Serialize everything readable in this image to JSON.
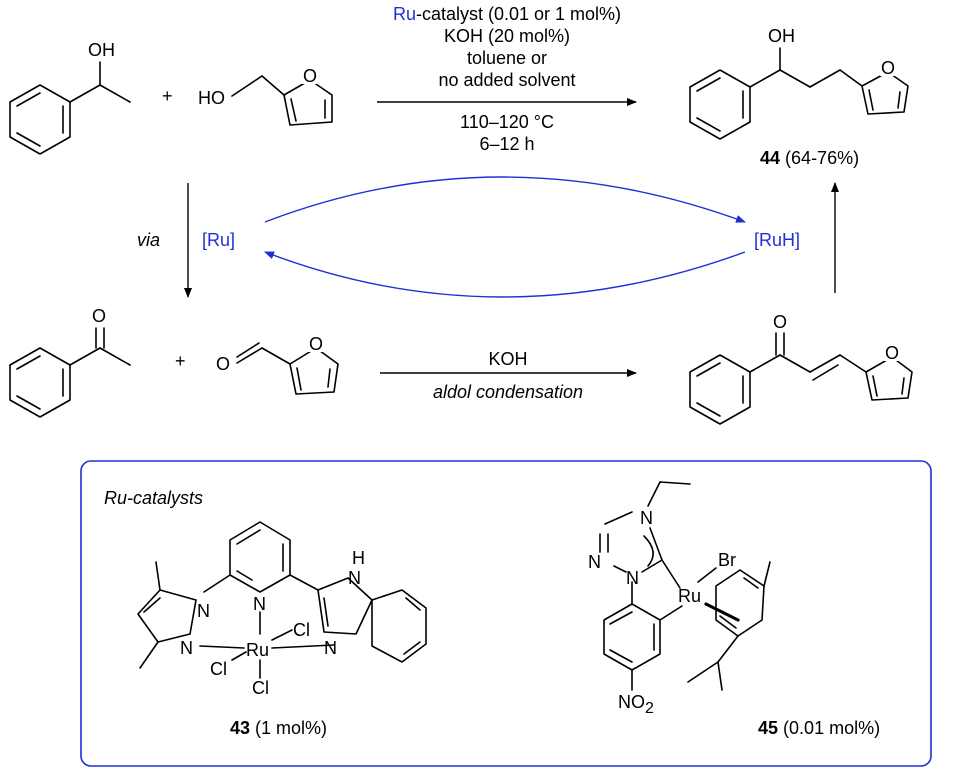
{
  "conditions": {
    "ru_prefix": "Ru",
    "line1_rest": "-catalyst (0.01 or 1 mol%)",
    "line2": "KOH (20 mol%)",
    "line3": "toluene or",
    "line4": "no added solvent",
    "line5": "110–120 °C",
    "line6": "6–12 h"
  },
  "labels": {
    "oh_top_left": "OH",
    "ho_furfuryl": "HO",
    "o_furan": "O",
    "plus": "+",
    "oh_product": "OH",
    "product_number": "44",
    "product_yield": "(64-76%)",
    "via": "via",
    "ru": "[Ru]",
    "ruh": "[RuH]",
    "o_ketone": "O",
    "o_aldehyde": "O",
    "o_enone": "O"
  },
  "aldol": {
    "reagent": "KOH",
    "name": "aldol condensation"
  },
  "catalyst_box": {
    "title": "Ru-catalysts",
    "c43": {
      "number": "43",
      "loading": "(1 mol%)",
      "atoms": [
        "N",
        "N",
        "N",
        "N",
        "Ru",
        "Cl",
        "Cl",
        "Cl",
        "N",
        "H"
      ]
    },
    "c45": {
      "number": "45",
      "loading": "(0.01 mol%)",
      "atoms": [
        "N",
        "N",
        "N",
        "Ru",
        "Br"
      ],
      "no2_main": "NO",
      "no2_sub": "2"
    }
  },
  "colors": {
    "accent": "#1f2fd6",
    "text": "#000000"
  }
}
